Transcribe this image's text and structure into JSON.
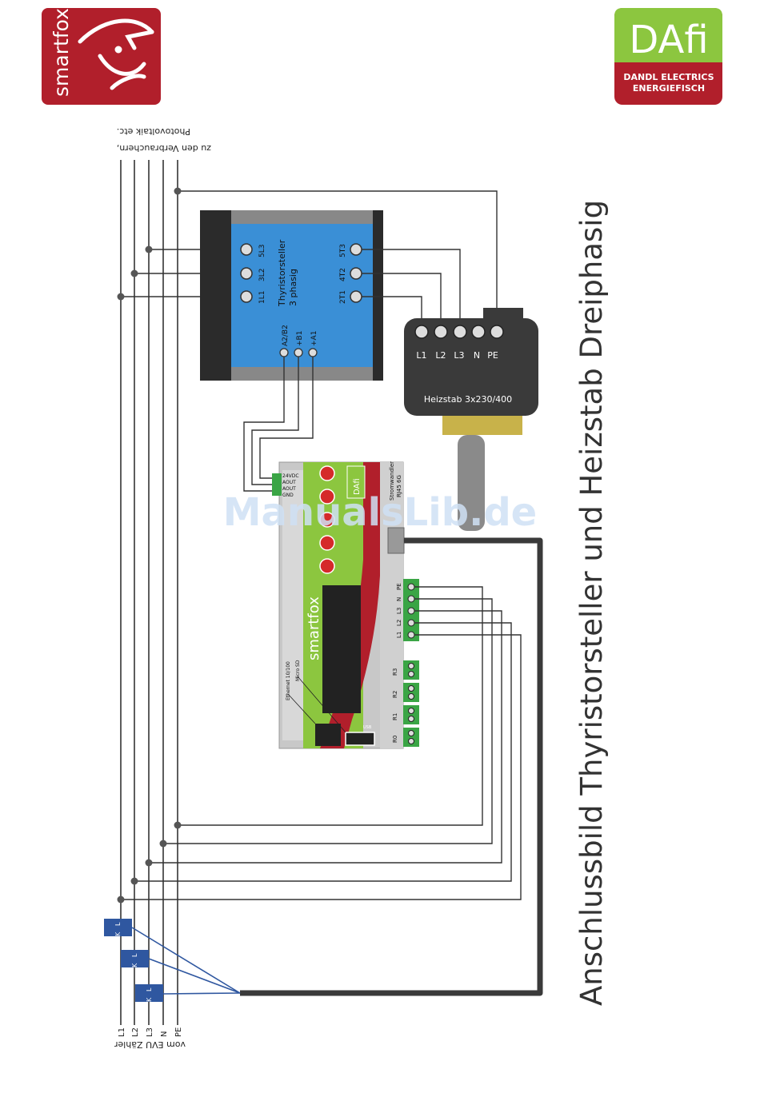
{
  "logo_left": {
    "text": "smartfox",
    "bg": "#b11f2b"
  },
  "logo_right": {
    "brand": "DAfi",
    "line1": "DANDL ELECTRICS",
    "line2": "ENERGIEFISCH",
    "green": "#8cc63f",
    "red": "#b11f2b"
  },
  "title": "Anschlussbild Thyristorsteller und Heizstab Dreiphasig",
  "labels_top": {
    "to_consumers": "zu den Verbrauchern,",
    "pv": "Photovoltaik etc."
  },
  "labels_bottom": {
    "from_meter": "vom EVU Zähler"
  },
  "phases": [
    "L1",
    "L2",
    "L3",
    "N",
    "PE"
  ],
  "thyristor": {
    "title": "Thyristorsteller",
    "subtitle": "3 phasig",
    "inputs": [
      "5L3",
      "3L2",
      "1L1"
    ],
    "outputs": [
      "5T3",
      "4T2",
      "2T1"
    ],
    "control": [
      "A2/B2",
      "+B1",
      "+A1"
    ],
    "color": "#3a8fd6"
  },
  "heater": {
    "label": "Heizstab 3x230/400",
    "terminals": [
      "L1",
      "L2",
      "L3",
      "N",
      "PE"
    ]
  },
  "smartfox": {
    "brand": "smartfox",
    "analog_labels": [
      "24VDC",
      "AOUT",
      "AOUT",
      "GND"
    ],
    "ct_label_1": "Stromwandler",
    "ct_label_2": "RJ45 6G",
    "power_labels": [
      "PE",
      "N",
      "L3",
      "L2",
      "L1"
    ],
    "relay_labels": [
      "R3",
      "R2",
      "R1",
      "R0"
    ],
    "ethernet_label": "Ethernet 10/100",
    "micro_sd_label": "Micro SD",
    "usb_label": "USB",
    "dafi": "DAfi"
  },
  "current_transformer": {
    "k": "K",
    "l": "L",
    "color": "#2f57a0"
  },
  "watermark": "ManualsLib.de",
  "colors": {
    "wire": "#333333",
    "dark_cable": "#3a3a3a",
    "green_terminal": "#3aa545"
  }
}
